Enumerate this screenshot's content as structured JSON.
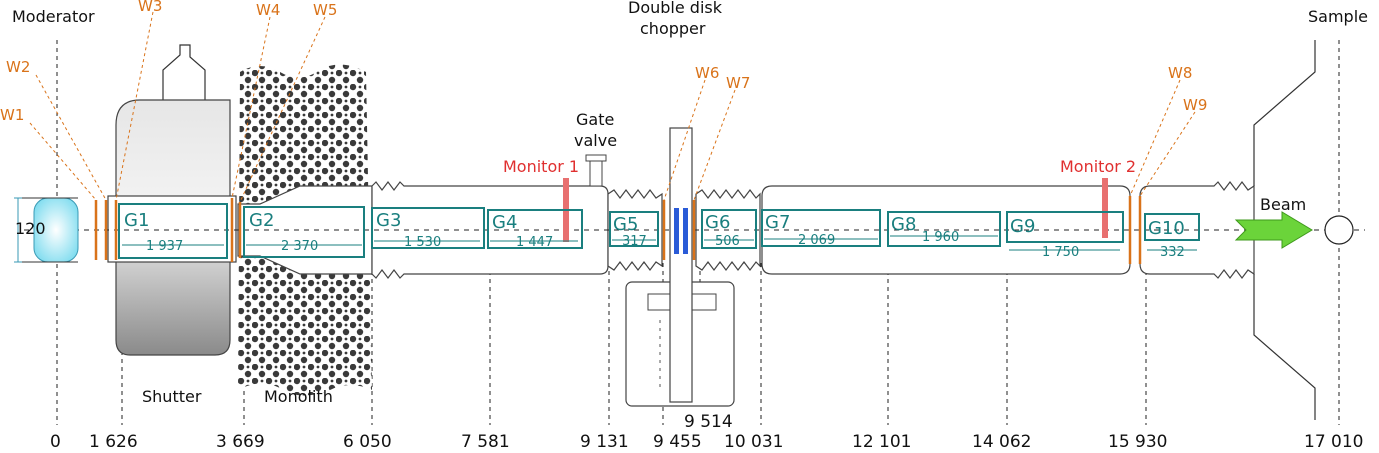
{
  "labels": {
    "moderator": "Moderator",
    "sample": "Sample",
    "chopper_line1": "Double disk",
    "chopper_line2": "chopper",
    "gate_line1": "Gate",
    "gate_line2": "valve",
    "shutter": "Shutter",
    "monolith": "Monolith",
    "beam": "Beam",
    "height": "120",
    "chopper_dim": "9 514"
  },
  "windows": [
    "W1",
    "W2",
    "W3",
    "W4",
    "W5",
    "W6",
    "W7",
    "W8",
    "W9"
  ],
  "monitors": [
    "Monitor 1",
    "Monitor 2"
  ],
  "guides": [
    {
      "name": "G1",
      "length": "1 937"
    },
    {
      "name": "G2",
      "length": "2 370"
    },
    {
      "name": "G3",
      "length": "1 530"
    },
    {
      "name": "G4",
      "length": "1 447"
    },
    {
      "name": "G5",
      "length": "317"
    },
    {
      "name": "G6",
      "length": "506"
    },
    {
      "name": "G7",
      "length": "2 069"
    },
    {
      "name": "G8",
      "length": "1 960"
    },
    {
      "name": "G9",
      "length": "1 750"
    },
    {
      "name": "G10",
      "length": "332"
    }
  ],
  "positions": [
    "0",
    "1 626",
    "3 669",
    "6 050",
    "7 581",
    "9 131",
    "9 455",
    "10 031",
    "12 101",
    "14 062",
    "15 930",
    "17 010"
  ],
  "colors": {
    "guide": "#1a7f7f",
    "window": "#d9731a",
    "monitor": "#e03030",
    "beam": "#6bd43a",
    "chopper_disk": "#2a5bd7",
    "moderator": "#7fdcef"
  }
}
